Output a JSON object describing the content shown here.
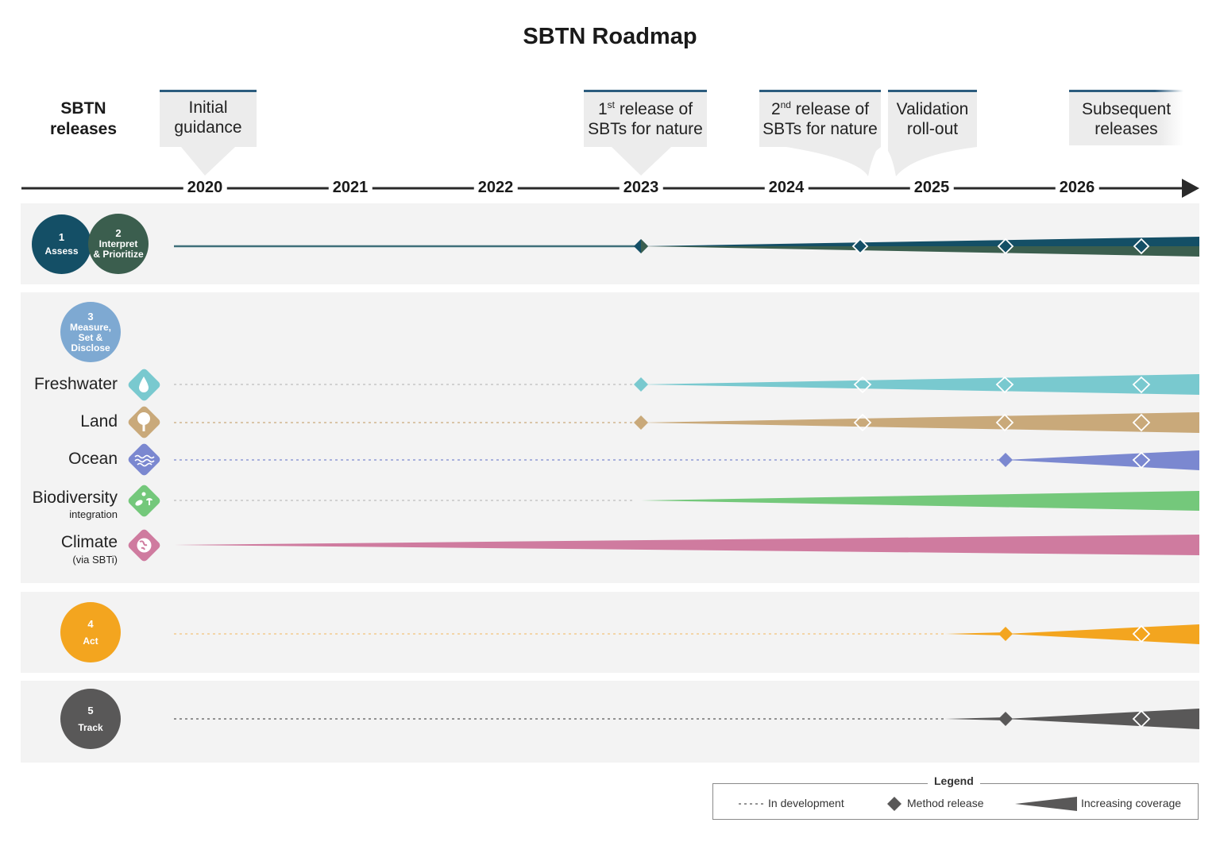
{
  "title": "SBTN Roadmap",
  "releases_label_line1": "SBTN",
  "releases_label_line2": "releases",
  "years": [
    "2020",
    "2021",
    "2022",
    "2023",
    "2024",
    "2025",
    "2026"
  ],
  "callouts": [
    {
      "line1": "Initial",
      "line2": "guidance"
    },
    {
      "line1_pre": "1",
      "line1_sup": "st",
      "line1_post": " release of",
      "line2": "SBTs for nature"
    },
    {
      "line1_pre": "2",
      "line1_sup": "nd",
      "line1_post": " release of",
      "line2": "SBTs for nature"
    },
    {
      "line1": "Validation",
      "line2": "roll-out"
    },
    {
      "line1": "Subsequent",
      "line2": "releases"
    }
  ],
  "steps": {
    "assess": {
      "num": "1",
      "label": "Assess",
      "color": "#144f66"
    },
    "interpret": {
      "num": "2",
      "label1": "Interpret",
      "label2": "& Prioritize",
      "color": "#3b5e4e"
    },
    "measure": {
      "num": "3",
      "label1": "Measure,",
      "label2": "Set &",
      "label3": "Disclose",
      "color": "#7ea9d2"
    },
    "act": {
      "num": "4",
      "label": "Act",
      "color": "#f3a51f"
    },
    "track": {
      "num": "5",
      "label": "Track",
      "color": "#595858"
    }
  },
  "rows": [
    {
      "label": "Freshwater",
      "sub": "",
      "icon": "water-drop-icon",
      "color": "#79c9cf"
    },
    {
      "label": "Land",
      "sub": "",
      "icon": "tree-icon",
      "color": "#c9a97a"
    },
    {
      "label": "Ocean",
      "sub": "",
      "icon": "waves-icon",
      "color": "#7b88d0"
    },
    {
      "label": "Biodiversity",
      "sub": "integration",
      "icon": "leaf-mushroom-icon",
      "color": "#74c87b"
    },
    {
      "label": "Climate",
      "sub": "(via SBTi)",
      "icon": "globe-icon",
      "color": "#cf7b9f"
    }
  ],
  "legend": {
    "title": "Legend",
    "in_development": "In development",
    "method_release": "Method release",
    "increasing_coverage": "Increasing coverage"
  }
}
